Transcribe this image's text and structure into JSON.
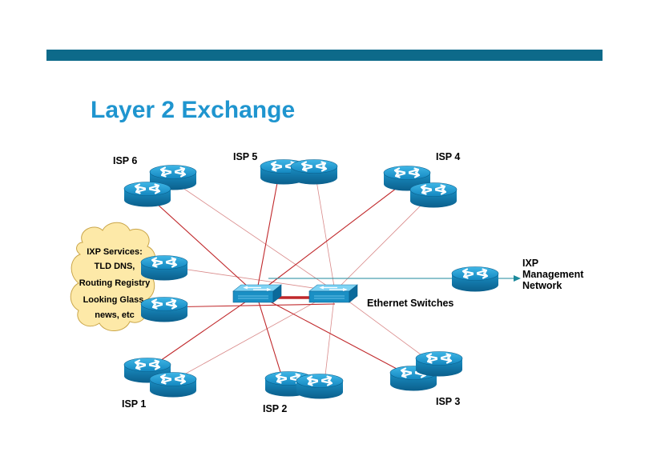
{
  "title": "Layer 2 Exchange",
  "isps": {
    "isp1": "ISP 1",
    "isp2": "ISP 2",
    "isp3": "ISP 3",
    "isp4": "ISP 4",
    "isp5": "ISP 5",
    "isp6": "ISP 6"
  },
  "ixp_services": [
    "IXP Services:",
    "TLD DNS,",
    "Routing Registry",
    "Looking Glass,",
    "news, etc"
  ],
  "switches_label": "Ethernet Switches",
  "management_network": [
    "IXP",
    "Management",
    "Network"
  ],
  "colors": {
    "accent_bar": "#0d6a8a",
    "title": "#1f95cf",
    "router": "#1a8fc4",
    "primary_link": "#c0282b",
    "secondary_link": "#d98a8a",
    "cloud": "#fde9a8",
    "management_link": "#1c8a9c"
  }
}
